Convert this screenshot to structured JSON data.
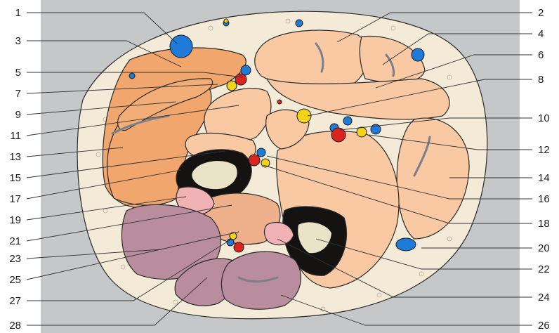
{
  "colors": {
    "background_panel": "#c6c7c9",
    "skin_fat": "#f3ead7",
    "muscle_orange": "#f0a66c",
    "muscle_peach": "#f8c9a3",
    "muscle_mid": "#eeb08a",
    "muscle_purple": "#b98d9d",
    "pink_fat": "#f1b2b6",
    "bone_black": "#151212",
    "bone_marrow": "#e9e4c8",
    "vein_blue": "#1f7ad8",
    "artery_red": "#d9251d",
    "nerve_yellow": "#f3d21a"
  },
  "left_labels": [
    "1",
    "3",
    "5",
    "7",
    "9",
    "11",
    "13",
    "15",
    "17",
    "19",
    "21",
    "23",
    "25",
    "27",
    "28"
  ],
  "right_labels": [
    "2",
    "4",
    "6",
    "8",
    "10",
    "12",
    "14",
    "16",
    "18",
    "20",
    "22",
    "24",
    "26"
  ]
}
